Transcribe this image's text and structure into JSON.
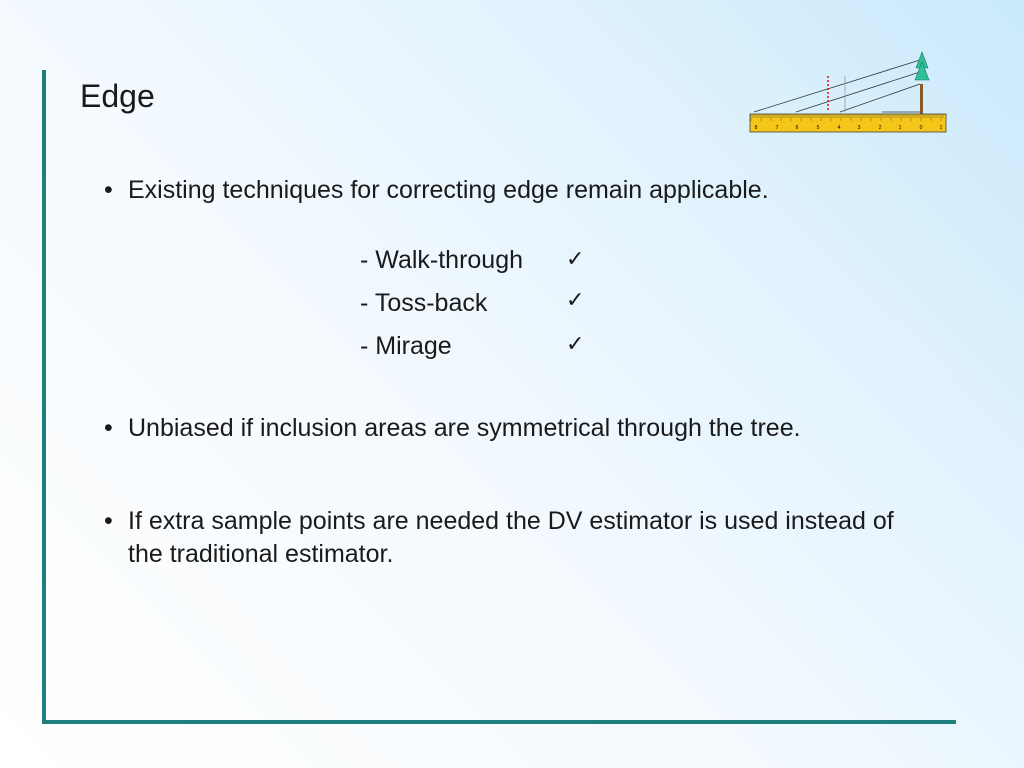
{
  "slide": {
    "title": "Edge",
    "bullets": [
      "Existing techniques for correcting edge remain applicable.",
      "Unbiased if inclusion areas are symmetrical through the tree.",
      "If extra sample points are needed the DV estimator is used instead of the traditional estimator."
    ],
    "bullet_marker": "•",
    "methods": [
      {
        "label": "- Walk-through",
        "check": "✓"
      },
      {
        "label": "- Toss-back",
        "check": "✓"
      },
      {
        "label": "- Mirage",
        "check": "✓"
      }
    ],
    "logo": {
      "ruler_numbers": [
        "8",
        "7",
        "6",
        "5",
        "4",
        "3",
        "2",
        "1",
        "0",
        "1"
      ]
    }
  },
  "colors": {
    "frame": "#1f7f7f",
    "ruler": "#f5c518",
    "tree": "#2fbf9a"
  }
}
